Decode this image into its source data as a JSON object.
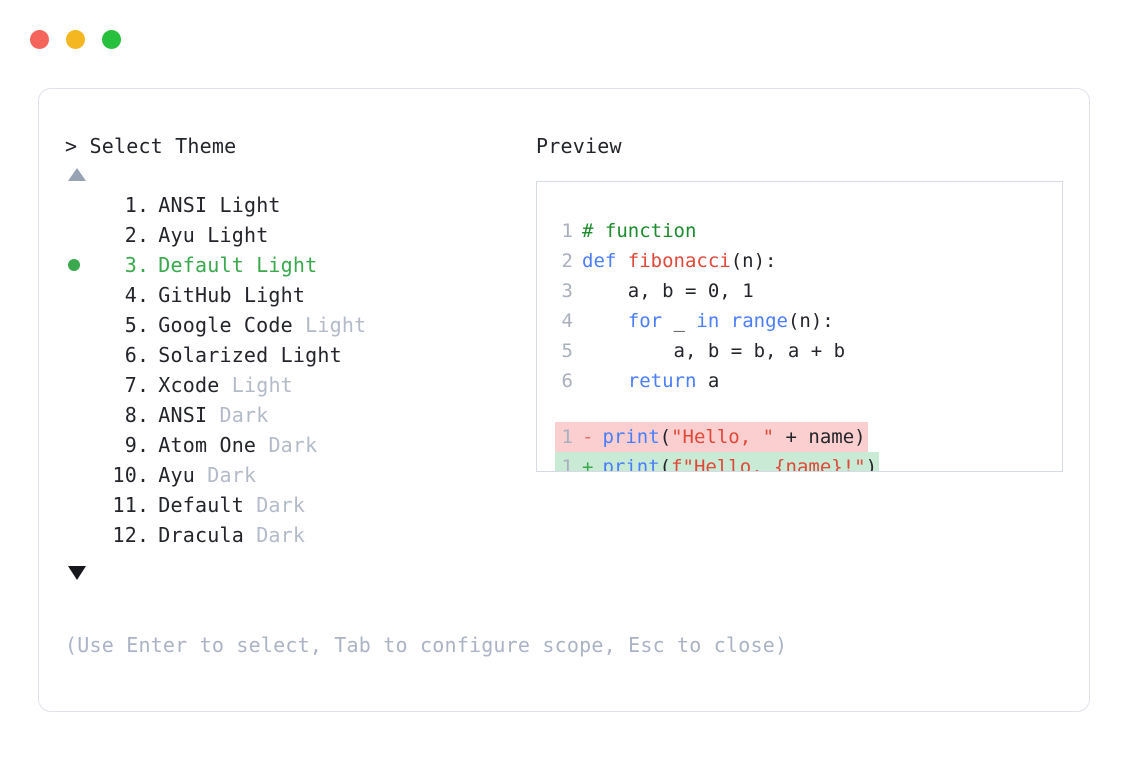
{
  "window": {
    "dots": [
      {
        "name": "close-button",
        "color": "#f4645a"
      },
      {
        "name": "minimize-button",
        "color": "#f5b721"
      },
      {
        "name": "maximize-button",
        "color": "#27c03c"
      }
    ]
  },
  "picker": {
    "prompt": "> Select Theme",
    "scroll_up_indicator": "▲",
    "scroll_down_indicator": "▼",
    "selected_index": 3,
    "selected_bullet": "●",
    "items": [
      {
        "num": "1",
        "dot": ".",
        "name": "ANSI",
        "suffix": "Light",
        "suffix_muted": false,
        "selected": false
      },
      {
        "num": "2",
        "dot": ".",
        "name": "Ayu",
        "suffix": "Light",
        "suffix_muted": false,
        "selected": false
      },
      {
        "num": "3",
        "dot": ".",
        "name": "Default",
        "suffix": "Light",
        "suffix_muted": false,
        "selected": true
      },
      {
        "num": "4",
        "dot": ".",
        "name": "GitHub",
        "suffix": "Light",
        "suffix_muted": false,
        "selected": false
      },
      {
        "num": "5",
        "dot": ".",
        "name": "Google Code",
        "suffix": "Light",
        "suffix_muted": true,
        "selected": false
      },
      {
        "num": "6",
        "dot": ".",
        "name": "Solarized",
        "suffix": "Light",
        "suffix_muted": false,
        "selected": false
      },
      {
        "num": "7",
        "dot": ".",
        "name": "Xcode",
        "suffix": "Light",
        "suffix_muted": true,
        "selected": false
      },
      {
        "num": "8",
        "dot": ".",
        "name": "ANSI",
        "suffix": "Dark",
        "suffix_muted": true,
        "selected": false
      },
      {
        "num": "9",
        "dot": ".",
        "name": "Atom One",
        "suffix": "Dark",
        "suffix_muted": true,
        "selected": false
      },
      {
        "num": "10",
        "dot": ".",
        "name": "Ayu",
        "suffix": "Dark",
        "suffix_muted": true,
        "selected": false
      },
      {
        "num": "11",
        "dot": ".",
        "name": "Default",
        "suffix": "Dark",
        "suffix_muted": true,
        "selected": false
      },
      {
        "num": "12",
        "dot": ".",
        "name": "Dracula",
        "suffix": "Dark",
        "suffix_muted": true,
        "selected": false
      }
    ],
    "footer_hint": "(Use Enter to select, Tab to configure scope, Esc to close)"
  },
  "preview": {
    "label": "Preview",
    "code_lines": [
      {
        "n": "1",
        "tokens": [
          {
            "t": "# function",
            "c": "tok-comment"
          }
        ]
      },
      {
        "n": "2",
        "tokens": [
          {
            "t": "def ",
            "c": "tok-kw"
          },
          {
            "t": "fibonacci",
            "c": "tok-fn"
          },
          {
            "t": "(n):",
            "c": "tok-plain"
          }
        ]
      },
      {
        "n": "3",
        "tokens": [
          {
            "t": "    a, b = ",
            "c": "tok-plain"
          },
          {
            "t": "0",
            "c": "tok-num"
          },
          {
            "t": ", ",
            "c": "tok-plain"
          },
          {
            "t": "1",
            "c": "tok-num"
          }
        ]
      },
      {
        "n": "4",
        "tokens": [
          {
            "t": "    ",
            "c": "tok-plain"
          },
          {
            "t": "for",
            "c": "tok-kw"
          },
          {
            "t": " _ ",
            "c": "tok-plain"
          },
          {
            "t": "in",
            "c": "tok-kw"
          },
          {
            "t": " ",
            "c": "tok-plain"
          },
          {
            "t": "range",
            "c": "tok-kw"
          },
          {
            "t": "(n):",
            "c": "tok-plain"
          }
        ]
      },
      {
        "n": "5",
        "tokens": [
          {
            "t": "        a, b = b, a + b",
            "c": "tok-plain"
          }
        ]
      },
      {
        "n": "6",
        "tokens": [
          {
            "t": "    ",
            "c": "tok-plain"
          },
          {
            "t": "return",
            "c": "tok-kw"
          },
          {
            "t": " a",
            "c": "tok-plain"
          }
        ]
      }
    ],
    "diff_lines": [
      {
        "n": "1",
        "marker": "-",
        "kind": "del",
        "tokens": [
          {
            "t": "print",
            "c": "tok-kw"
          },
          {
            "t": "(",
            "c": "tok-plain"
          },
          {
            "t": "\"Hello, \"",
            "c": "tok-str"
          },
          {
            "t": " + name)",
            "c": "tok-plain"
          }
        ]
      },
      {
        "n": "1",
        "marker": "+",
        "kind": "add",
        "tokens": [
          {
            "t": "print",
            "c": "tok-kw"
          },
          {
            "t": "(",
            "c": "tok-plain"
          },
          {
            "t": "f\"Hello, {name}!\"",
            "c": "tok-str"
          },
          {
            "t": ")",
            "c": "tok-plain"
          }
        ]
      }
    ]
  },
  "colors": {
    "accent_green": "#3aa94d",
    "muted_text": "#b3bbc9",
    "hint_text": "#abb3c6",
    "keyword_blue": "#4a7efc",
    "string_red": "#e0483a",
    "comment_green": "#1e8c2e",
    "diff_del_bg": "#fbcfcf",
    "diff_add_bg": "#c9ead4",
    "card_border": "#dfe2e8",
    "panel_border": "#d5dae4"
  }
}
